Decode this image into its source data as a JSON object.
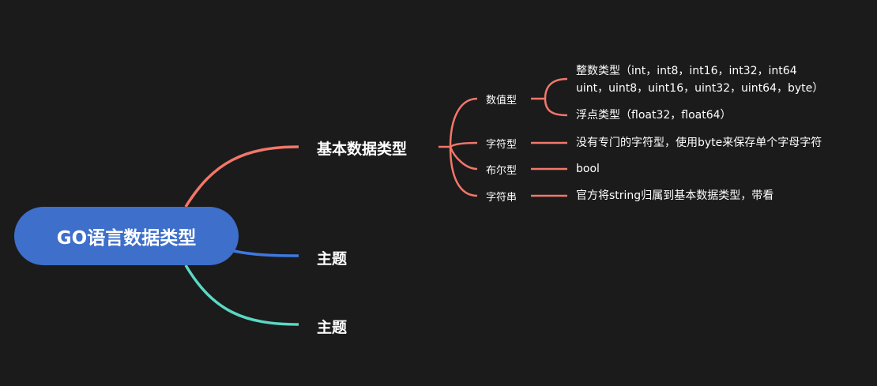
{
  "root": {
    "label": "GO语言数据类型"
  },
  "main_topics": [
    {
      "label": "基本数据类型"
    },
    {
      "label": "主题"
    },
    {
      "label": "主题"
    }
  ],
  "subtopics": [
    {
      "label": "数值型"
    },
    {
      "label": "字符型"
    },
    {
      "label": "布尔型"
    },
    {
      "label": "字符串"
    }
  ],
  "leaves": {
    "integer_line1": "整数类型（int，int8，int16，int32，int64",
    "integer_line2": "uint，uint8，uint16，uint32，uint64，byte）",
    "float": "浮点类型（float32，float64）",
    "char": "没有专门的字符型，使用byte来保存单个字母字符",
    "bool": "bool",
    "string": "官方将string归属到基本数据类型，带看"
  },
  "colors": {
    "background": "#1b1b1b",
    "root_fill": "#3d6fcb",
    "branch_salmon": "#f2776a",
    "branch_blue": "#3f78e0",
    "branch_teal": "#5ad8c4",
    "text": "#ffffff"
  }
}
